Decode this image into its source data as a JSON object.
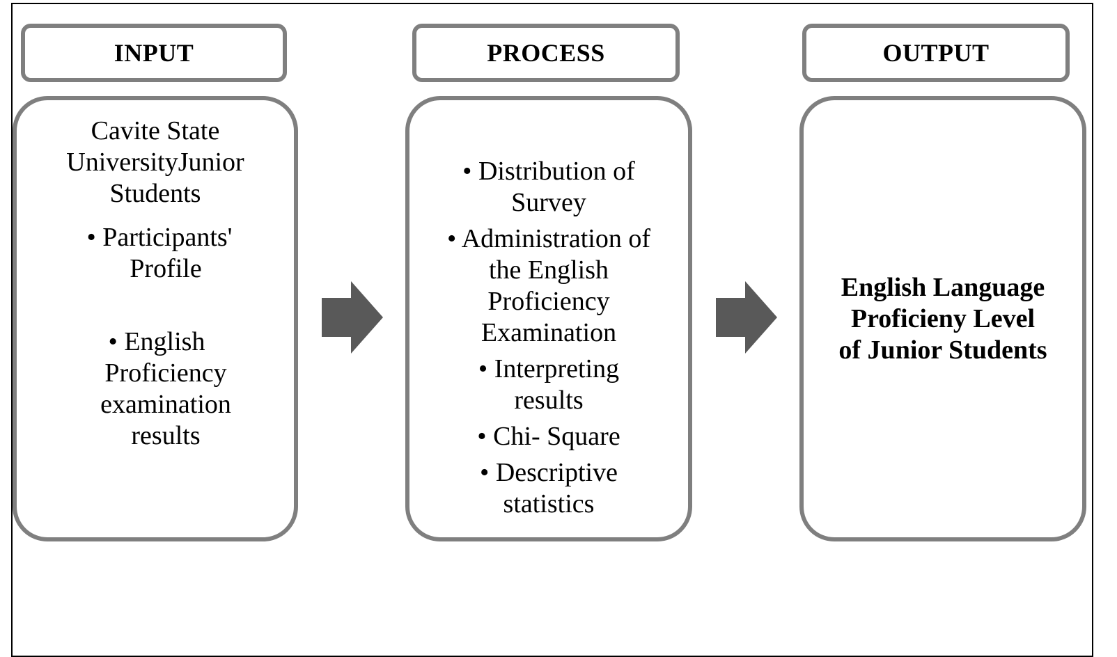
{
  "input": {
    "header": "INPUT",
    "lines": [
      "Cavite State",
      "UniversityJunior",
      "Students",
      "• Participants'",
      "Profile",
      "• English",
      "Proficiency",
      "examination",
      "results"
    ]
  },
  "process": {
    "header": "PROCESS",
    "lines": [
      "• Distribution of",
      "Survey",
      "• Administration of",
      "the English",
      "Proficiency",
      "Examination",
      "• Interpreting",
      "results",
      "• Chi- Square",
      "• Descriptive",
      "statistics"
    ]
  },
  "output": {
    "header": "OUTPUT",
    "lines": [
      "English Language",
      "Proficieny Level",
      "of Junior Students"
    ]
  },
  "colors": {
    "box_border": "#7f7f7f",
    "arrow_fill": "#595959",
    "frame_border": "#000000"
  },
  "icons": [
    "right-arrow-icon",
    "right-arrow-icon"
  ]
}
